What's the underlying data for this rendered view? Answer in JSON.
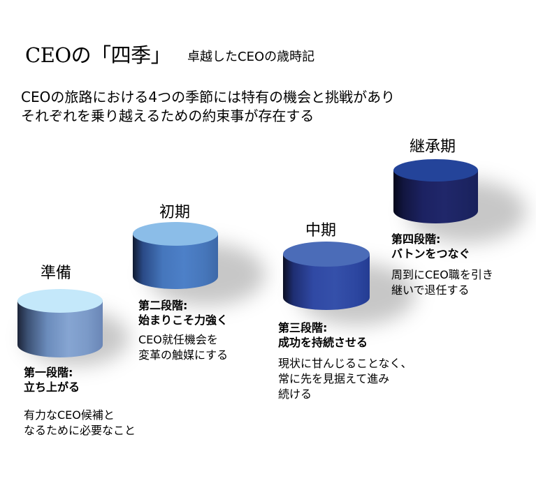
{
  "header": {
    "title": "CEOの「四季」",
    "subtitle": "卓越したCEOの歳時記"
  },
  "intro": {
    "line1": "CEOの旅路における4つの季節には特有の機会と挑戦があり",
    "line2": "それぞれを乗り越えるための約束事が存在する"
  },
  "stages": [
    {
      "season": "準備",
      "stage_label": "第一段階:",
      "stage_name": "立ち上がる",
      "desc_line1": "有力なCEO候補と",
      "desc_line2": "なるために必要なこと",
      "colors": {
        "top": "#c4e8fa",
        "side_dark": "#1c2438",
        "side_mid": "#7b9dcc",
        "side_light": "#8aa8d4"
      }
    },
    {
      "season": "初期",
      "stage_label": "第二段階:",
      "stage_name": "始まりこそ力強く",
      "desc_line1": "CEO就任機会を",
      "desc_line2": "変革の触媒にする",
      "colors": {
        "top": "#8bbde8",
        "side_dark": "#101a30",
        "side_mid": "#4a7cc4",
        "side_light": "#4f7fc2"
      }
    },
    {
      "season": "中期",
      "stage_label": "第三段階:",
      "stage_name": "成功を持続させる",
      "desc_line1": "現状に甘んじることなく、",
      "desc_line2": "常に先を見据えて進み",
      "desc_line3": "続ける",
      "colors": {
        "top": "#4b6cb8",
        "side_dark": "#0c0f22",
        "side_mid": "#2f49a6",
        "side_light": "#2a44a0"
      }
    },
    {
      "season": "継承期",
      "stage_label": "第四段階:",
      "stage_name": "バトンをつなぐ",
      "desc_line1": "周到にCEO職を引き",
      "desc_line2": "継いで退任する",
      "colors": {
        "top": "#24449a",
        "side_dark": "#05071a",
        "side_mid": "#1c2260",
        "side_light": "#222a6e"
      }
    }
  ]
}
